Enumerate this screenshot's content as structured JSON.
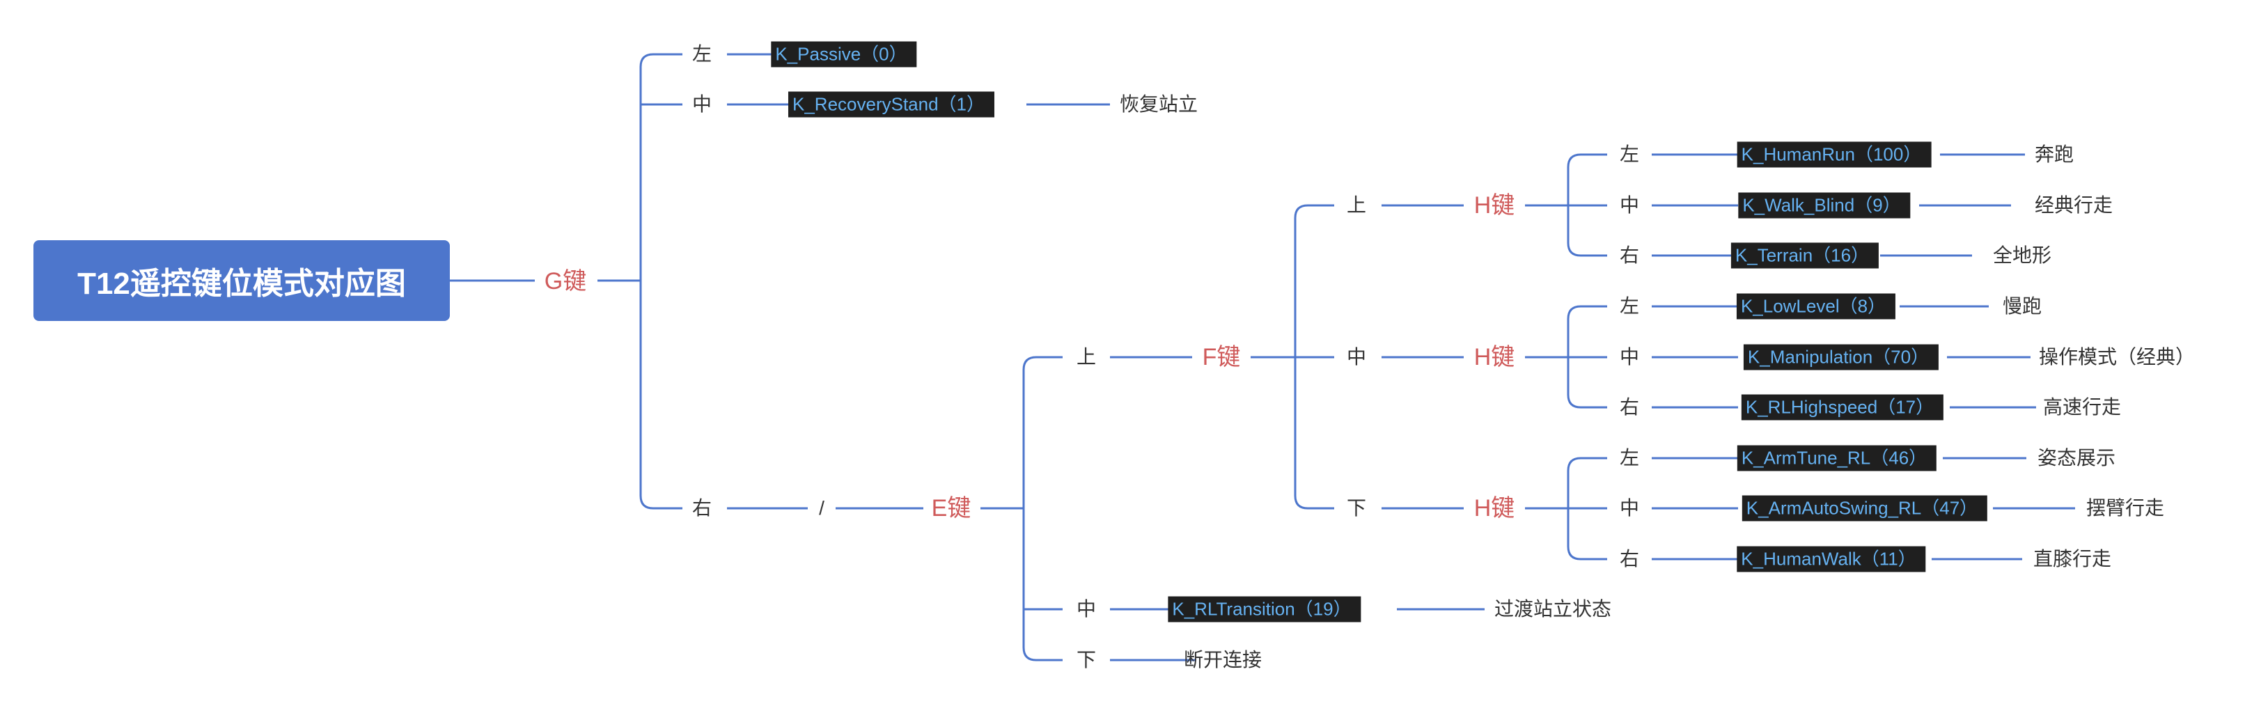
{
  "title": "T12遥控键位模式对应图",
  "colors": {
    "edge": "#4d76cc",
    "key_text": "#cf5a5a",
    "code_text": "#66b2f2",
    "code_bg": "#1f1f1f",
    "root_bg": "#4d76cc"
  },
  "g": {
    "key": "G键",
    "left": {
      "label": "左",
      "mode": "K_Passive（0）"
    },
    "middle": {
      "label": "中",
      "mode": "K_RecoveryStand（1）",
      "desc": "恢复站立"
    },
    "right": {
      "label": "右",
      "slash": "/"
    }
  },
  "e": {
    "key": "E键",
    "up": {
      "label": "上",
      "key": "F键"
    },
    "middle": {
      "label": "中",
      "mode": "K_RLTransition（19）",
      "desc": "过渡站立状态"
    },
    "down": {
      "label": "下",
      "desc": "断开连接"
    }
  },
  "f": {
    "up": {
      "label": "上",
      "key": "H键"
    },
    "middle": {
      "label": "中",
      "key": "H键"
    },
    "down": {
      "label": "下",
      "key": "H键"
    }
  },
  "h_up": {
    "left": {
      "label": "左",
      "mode": "K_HumanRun（100）",
      "desc": "奔跑"
    },
    "middle": {
      "label": "中",
      "mode": "K_Walk_Blind（9）",
      "desc": "经典行走"
    },
    "right": {
      "label": "右",
      "mode": "K_Terrain（16）",
      "desc": "全地形"
    }
  },
  "h_mid": {
    "left": {
      "label": "左",
      "mode": "K_LowLevel（8）",
      "desc": "慢跑"
    },
    "middle": {
      "label": "中",
      "mode": "K_Manipulation（70）",
      "desc": "操作模式（经典）"
    },
    "right": {
      "label": "右",
      "mode": "K_RLHighspeed（17）",
      "desc": "高速行走"
    }
  },
  "h_down": {
    "left": {
      "label": "左",
      "mode": "K_ArmTune_RL（46）",
      "desc": "姿态展示"
    },
    "middle": {
      "label": "中",
      "mode": "K_ArmAutoSwing_RL（47）",
      "desc": "摆臂行走"
    },
    "right": {
      "label": "右",
      "mode": "K_HumanWalk（11）",
      "desc": "直膝行走"
    }
  }
}
